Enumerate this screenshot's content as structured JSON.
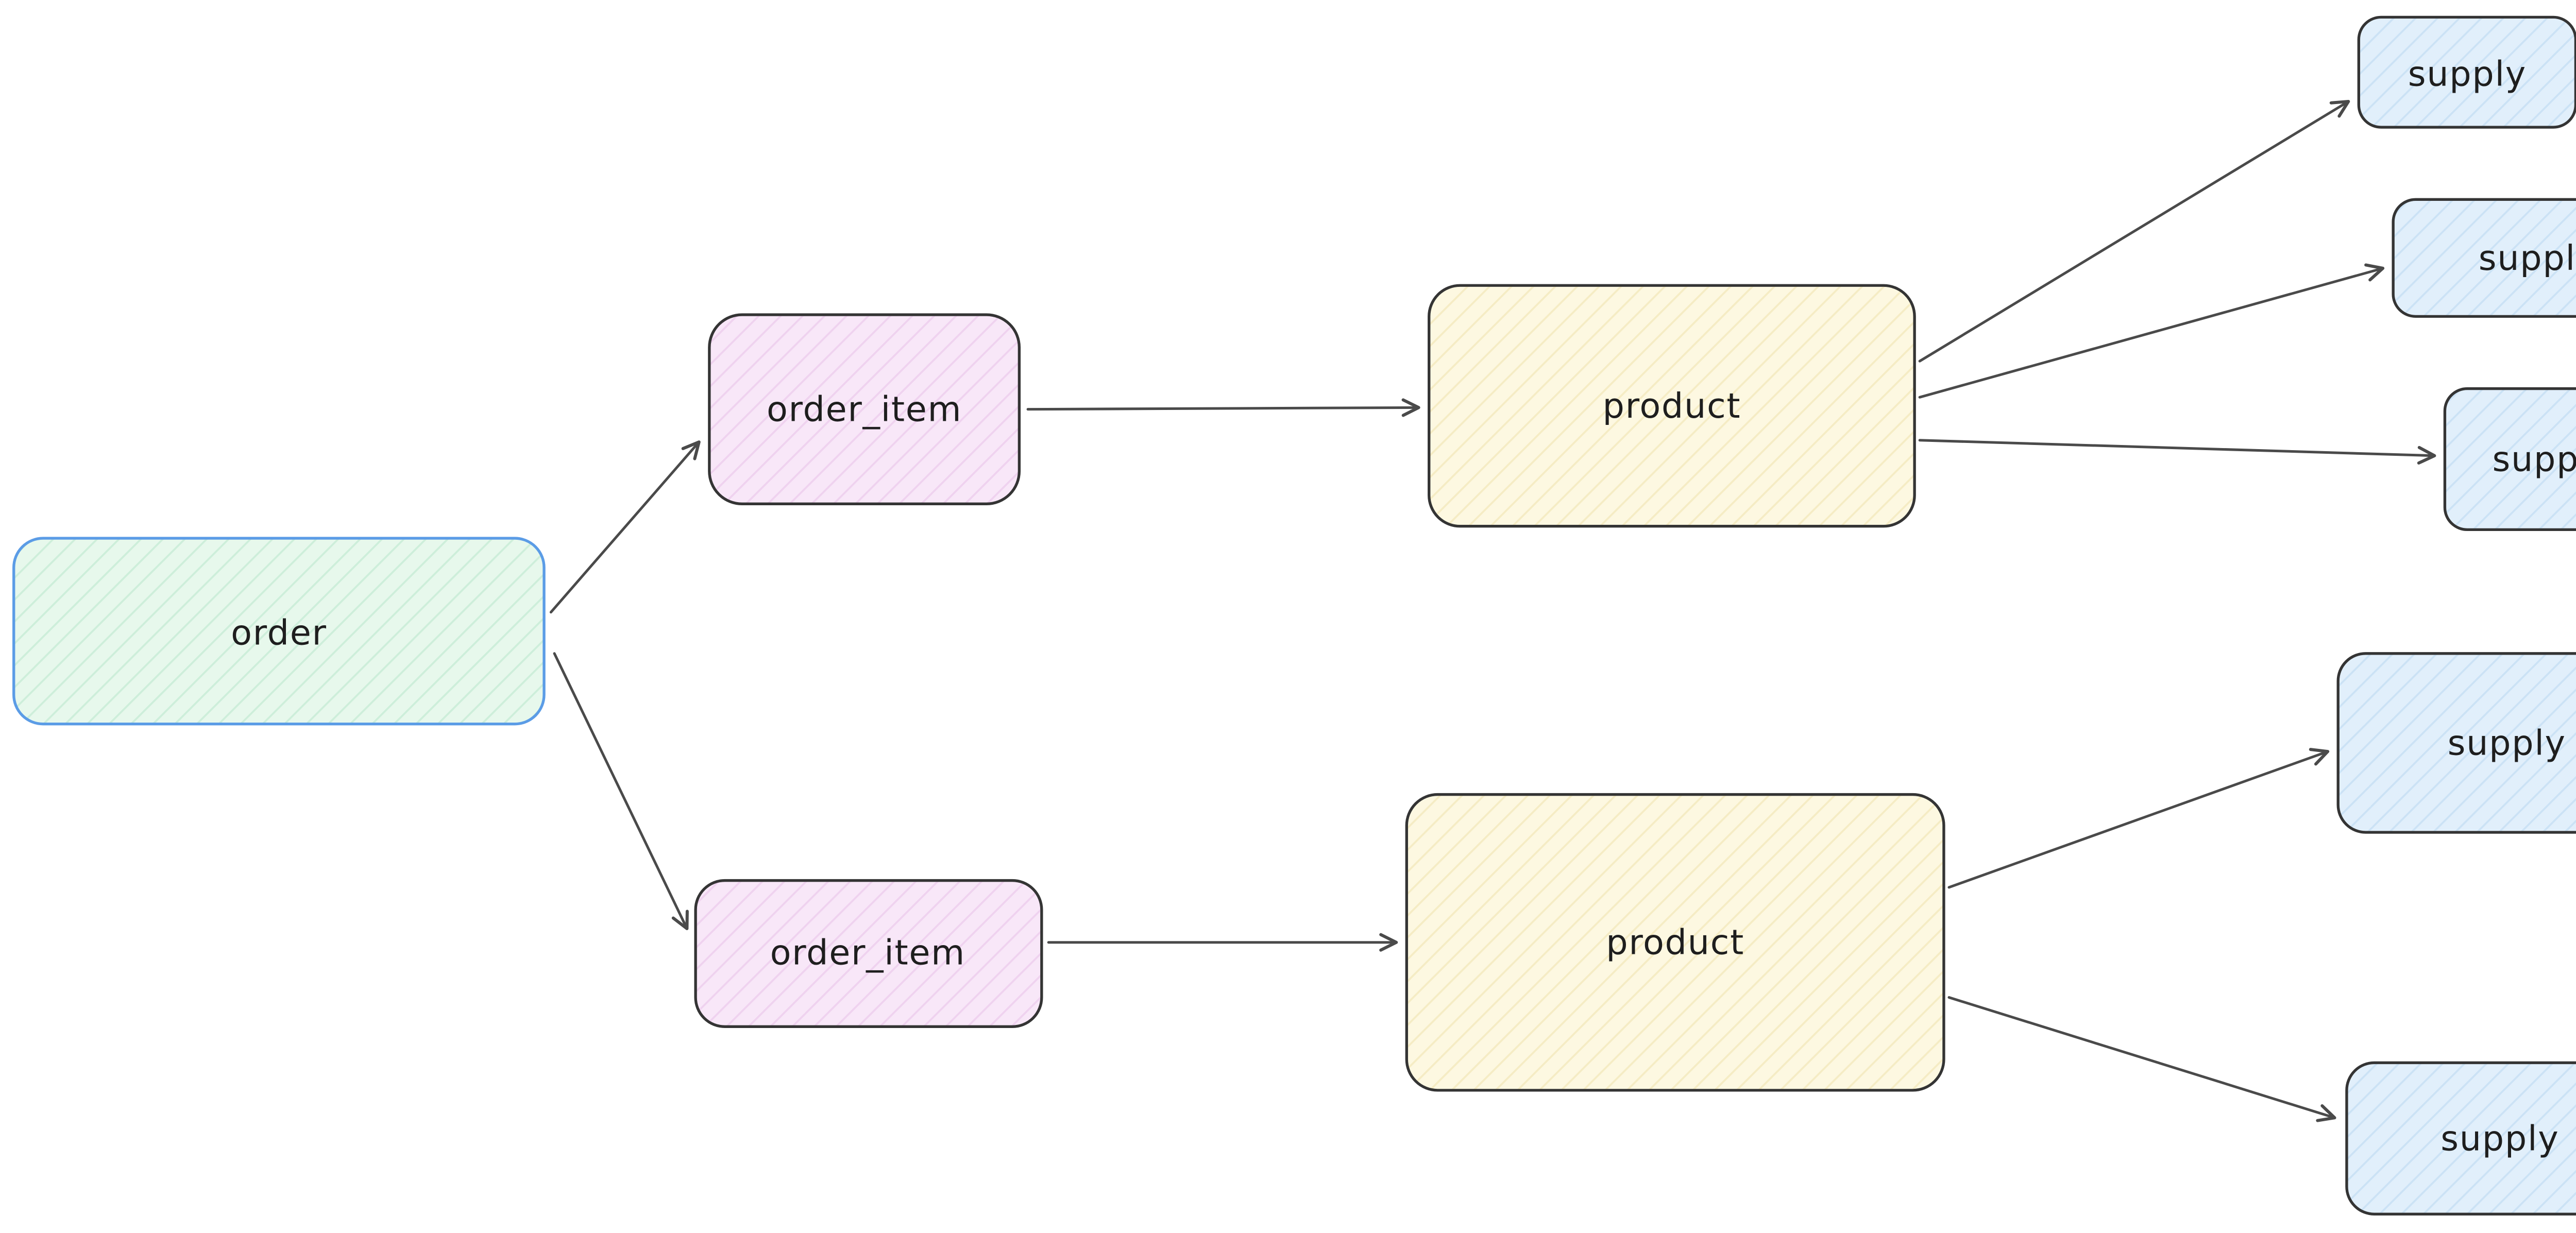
{
  "diagram": {
    "type": "flowchart",
    "background": "#ffffff",
    "nodes": [
      {
        "id": "order",
        "label": "order"
      },
      {
        "id": "order_item_1",
        "label": "order_item"
      },
      {
        "id": "order_item_2",
        "label": "order_item"
      },
      {
        "id": "product_1",
        "label": "product"
      },
      {
        "id": "product_2",
        "label": "product"
      },
      {
        "id": "supply_1",
        "label": "supply"
      },
      {
        "id": "supply_2",
        "label": "supply"
      },
      {
        "id": "supply_3",
        "label": "supply"
      },
      {
        "id": "supply_4",
        "label": "supply"
      },
      {
        "id": "supply_5",
        "label": "supply"
      }
    ],
    "edges": [
      {
        "from": "order",
        "to": "order_item_1"
      },
      {
        "from": "order",
        "to": "order_item_2"
      },
      {
        "from": "order_item_1",
        "to": "product_1"
      },
      {
        "from": "order_item_2",
        "to": "product_2"
      },
      {
        "from": "product_1",
        "to": "supply_1"
      },
      {
        "from": "product_1",
        "to": "supply_2"
      },
      {
        "from": "product_1",
        "to": "supply_3"
      },
      {
        "from": "product_2",
        "to": "supply_4"
      },
      {
        "from": "product_2",
        "to": "supply_5"
      }
    ],
    "colors": {
      "order_fill": "#e7f8ec",
      "order_stroke": "#5b9ce6",
      "order_item_fill": "#f8e7f8",
      "product_fill": "#fdf8e1",
      "supply_fill": "#e1effb",
      "node_stroke": "#343434",
      "arrow": "#4a4a4a",
      "text": "#1e1e1e"
    }
  }
}
